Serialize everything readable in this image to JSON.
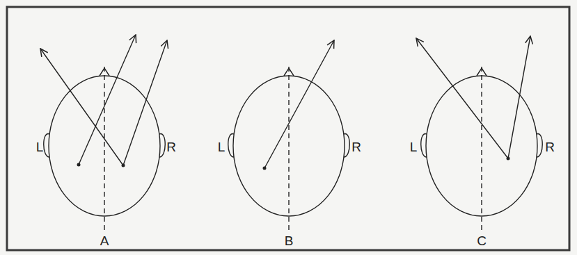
{
  "diagram": {
    "labels": [
      "L",
      "R",
      "A",
      "L",
      "R",
      "B",
      "L",
      "R",
      "C"
    ]
  }
}
